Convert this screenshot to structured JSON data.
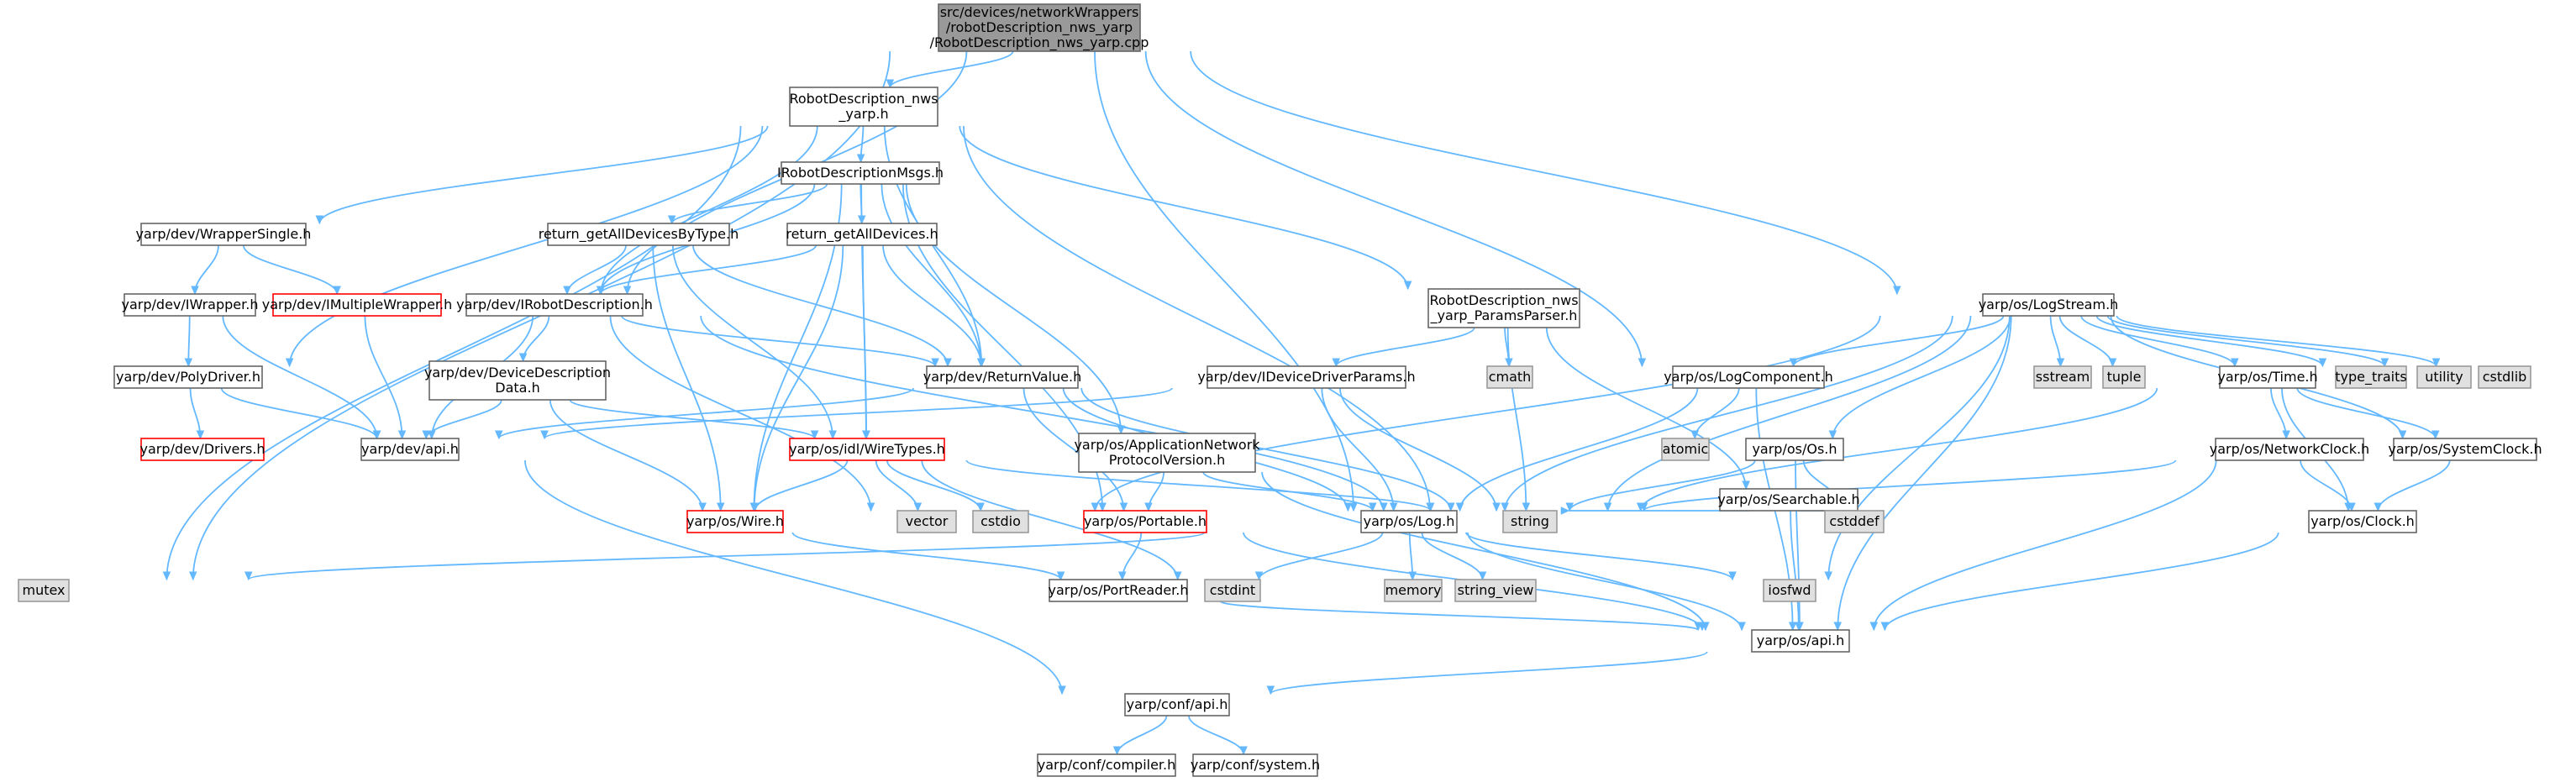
{
  "nodes": [
    {
      "id": "root",
      "lines": [
        "src/devices/networkWrappers",
        "/robotDescription_nws_yarp",
        "/RobotDescription_nws_yarp.cpp"
      ],
      "style": "root"
    },
    {
      "id": "rdnws",
      "lines": [
        "RobotDescription_nws",
        "_yarp.h"
      ],
      "style": "normal"
    },
    {
      "id": "irdmsgs",
      "lines": [
        "IRobotDescriptionMsgs.h"
      ],
      "style": "normal"
    },
    {
      "id": "wrapsingle",
      "lines": [
        "yarp/dev/WrapperSingle.h"
      ],
      "style": "normal"
    },
    {
      "id": "retbytype",
      "lines": [
        "return_getAllDevicesByType.h"
      ],
      "style": "normal"
    },
    {
      "id": "retall",
      "lines": [
        "return_getAllDevices.h"
      ],
      "style": "normal"
    },
    {
      "id": "iwrapper",
      "lines": [
        "yarp/dev/IWrapper.h"
      ],
      "style": "normal"
    },
    {
      "id": "imultwrap",
      "lines": [
        "yarp/dev/IMultipleWrapper.h"
      ],
      "style": "missing"
    },
    {
      "id": "irobotdesc",
      "lines": [
        "yarp/dev/IRobotDescription.h"
      ],
      "style": "normal"
    },
    {
      "id": "polydriver",
      "lines": [
        "yarp/dev/PolyDriver.h"
      ],
      "style": "normal"
    },
    {
      "id": "devdescdata",
      "lines": [
        "yarp/dev/DeviceDescription",
        "Data.h"
      ],
      "style": "normal"
    },
    {
      "id": "returnvalue",
      "lines": [
        "yarp/dev/ReturnValue.h"
      ],
      "style": "normal"
    },
    {
      "id": "drivers",
      "lines": [
        "yarp/dev/Drivers.h"
      ],
      "style": "missing"
    },
    {
      "id": "devapi",
      "lines": [
        "yarp/dev/api.h"
      ],
      "style": "normal"
    },
    {
      "id": "wiretypes",
      "lines": [
        "yarp/os/idl/WireTypes.h"
      ],
      "style": "missing"
    },
    {
      "id": "appnet",
      "lines": [
        "yarp/os/ApplicationNetwork",
        "ProtocolVersion.h"
      ],
      "style": "normal"
    },
    {
      "id": "paramsparser",
      "lines": [
        "RobotDescription_nws",
        "_yarp_ParamsParser.h"
      ],
      "style": "normal"
    },
    {
      "id": "idevparams",
      "lines": [
        "yarp/dev/IDeviceDriverParams.h"
      ],
      "style": "normal"
    },
    {
      "id": "cmath",
      "lines": [
        "cmath"
      ],
      "style": "system"
    },
    {
      "id": "logstream",
      "lines": [
        "yarp/os/LogStream.h"
      ],
      "style": "normal"
    },
    {
      "id": "logcomp",
      "lines": [
        "yarp/os/LogComponent.h"
      ],
      "style": "normal"
    },
    {
      "id": "atomic",
      "lines": [
        "atomic"
      ],
      "style": "system"
    },
    {
      "id": "searchable",
      "lines": [
        "yarp/os/Searchable.h"
      ],
      "style": "normal"
    },
    {
      "id": "wire",
      "lines": [
        "yarp/os/Wire.h"
      ],
      "style": "missing"
    },
    {
      "id": "vector",
      "lines": [
        "vector"
      ],
      "style": "system"
    },
    {
      "id": "cstdio",
      "lines": [
        "cstdio"
      ],
      "style": "system"
    },
    {
      "id": "portable",
      "lines": [
        "yarp/os/Portable.h"
      ],
      "style": "missing"
    },
    {
      "id": "log",
      "lines": [
        "yarp/os/Log.h"
      ],
      "style": "normal"
    },
    {
      "id": "string",
      "lines": [
        "string"
      ],
      "style": "system"
    },
    {
      "id": "cstddef",
      "lines": [
        "cstddef"
      ],
      "style": "system"
    },
    {
      "id": "osos",
      "lines": [
        "yarp/os/Os.h"
      ],
      "style": "normal"
    },
    {
      "id": "sstream",
      "lines": [
        "sstream"
      ],
      "style": "system"
    },
    {
      "id": "tuple",
      "lines": [
        "tuple"
      ],
      "style": "system"
    },
    {
      "id": "ostime",
      "lines": [
        "yarp/os/Time.h"
      ],
      "style": "normal"
    },
    {
      "id": "typetraits",
      "lines": [
        "type_traits"
      ],
      "style": "system"
    },
    {
      "id": "utility",
      "lines": [
        "utility"
      ],
      "style": "system"
    },
    {
      "id": "cstdlib",
      "lines": [
        "cstdlib"
      ],
      "style": "system"
    },
    {
      "id": "netclock",
      "lines": [
        "yarp/os/NetworkClock.h"
      ],
      "style": "normal"
    },
    {
      "id": "sysclock",
      "lines": [
        "yarp/os/SystemClock.h"
      ],
      "style": "normal"
    },
    {
      "id": "clock",
      "lines": [
        "yarp/os/Clock.h"
      ],
      "style": "normal"
    },
    {
      "id": "mutex",
      "lines": [
        "mutex"
      ],
      "style": "system"
    },
    {
      "id": "portreader",
      "lines": [
        "yarp/os/PortReader.h"
      ],
      "style": "normal"
    },
    {
      "id": "cstdint",
      "lines": [
        "cstdint"
      ],
      "style": "system"
    },
    {
      "id": "memory",
      "lines": [
        "memory"
      ],
      "style": "system"
    },
    {
      "id": "stringview",
      "lines": [
        "string_view"
      ],
      "style": "system"
    },
    {
      "id": "iosfwd",
      "lines": [
        "iosfwd"
      ],
      "style": "system"
    },
    {
      "id": "osapi",
      "lines": [
        "yarp/os/api.h"
      ],
      "style": "normal"
    },
    {
      "id": "confapi",
      "lines": [
        "yarp/conf/api.h"
      ],
      "style": "normal"
    },
    {
      "id": "compiler",
      "lines": [
        "yarp/conf/compiler.h"
      ],
      "style": "normal"
    },
    {
      "id": "system",
      "lines": [
        "yarp/conf/system.h"
      ],
      "style": "normal"
    }
  ],
  "edges": [
    [
      "root",
      "rdnws"
    ],
    [
      "root",
      "irobotdesc"
    ],
    [
      "root",
      "log"
    ],
    [
      "root",
      "logcomp"
    ],
    [
      "root",
      "logstream"
    ],
    [
      "root",
      "mutex"
    ],
    [
      "rdnws",
      "irdmsgs"
    ],
    [
      "rdnws",
      "wrapsingle"
    ],
    [
      "rdnws",
      "irobotdesc"
    ],
    [
      "rdnws",
      "polydriver"
    ],
    [
      "rdnws",
      "returnvalue"
    ],
    [
      "rdnws",
      "paramsparser"
    ],
    [
      "rdnws",
      "mutex"
    ],
    [
      "rdnws",
      "string"
    ],
    [
      "irdmsgs",
      "retbytype"
    ],
    [
      "irdmsgs",
      "retall"
    ],
    [
      "irdmsgs",
      "irobotdesc"
    ],
    [
      "irdmsgs",
      "returnvalue"
    ],
    [
      "irdmsgs",
      "wiretypes"
    ],
    [
      "irdmsgs",
      "appnet"
    ],
    [
      "irdmsgs",
      "wire"
    ],
    [
      "irdmsgs",
      "portable"
    ],
    [
      "wrapsingle",
      "iwrapper"
    ],
    [
      "wrapsingle",
      "imultwrap"
    ],
    [
      "iwrapper",
      "polydriver"
    ],
    [
      "iwrapper",
      "devapi"
    ],
    [
      "imultwrap",
      "devapi"
    ],
    [
      "polydriver",
      "drivers"
    ],
    [
      "polydriver",
      "devapi"
    ],
    [
      "retbytype",
      "irobotdesc"
    ],
    [
      "retbytype",
      "returnvalue"
    ],
    [
      "retbytype",
      "wiretypes"
    ],
    [
      "retbytype",
      "wire"
    ],
    [
      "retall",
      "irobotdesc"
    ],
    [
      "retall",
      "returnvalue"
    ],
    [
      "retall",
      "wiretypes"
    ],
    [
      "retall",
      "wire"
    ],
    [
      "irobotdesc",
      "devdescdata"
    ],
    [
      "irobotdesc",
      "returnvalue"
    ],
    [
      "irobotdesc",
      "devapi"
    ],
    [
      "irobotdesc",
      "vector"
    ],
    [
      "irobotdesc",
      "string"
    ],
    [
      "devdescdata",
      "devapi"
    ],
    [
      "devdescdata",
      "wiretypes"
    ],
    [
      "devdescdata",
      "wire"
    ],
    [
      "returnvalue",
      "devapi"
    ],
    [
      "returnvalue",
      "portable"
    ],
    [
      "returnvalue",
      "log"
    ],
    [
      "returnvalue",
      "string"
    ],
    [
      "devapi",
      "confapi"
    ],
    [
      "wiretypes",
      "wire"
    ],
    [
      "wiretypes",
      "vector"
    ],
    [
      "wiretypes",
      "cstdio"
    ],
    [
      "wiretypes",
      "string"
    ],
    [
      "wiretypes",
      "cstdint"
    ],
    [
      "wire",
      "portreader"
    ],
    [
      "appnet",
      "portable"
    ],
    [
      "appnet",
      "log"
    ],
    [
      "appnet",
      "osapi"
    ],
    [
      "portable",
      "portreader"
    ],
    [
      "portable",
      "osapi"
    ],
    [
      "portreader",
      "osapi"
    ],
    [
      "paramsparser",
      "idevparams"
    ],
    [
      "paramsparser",
      "cmath"
    ],
    [
      "paramsparser",
      "searchable"
    ],
    [
      "paramsparser",
      "string"
    ],
    [
      "idevparams",
      "devapi"
    ],
    [
      "idevparams",
      "log"
    ],
    [
      "idevparams",
      "string"
    ],
    [
      "logstream",
      "logcomp"
    ],
    [
      "logstream",
      "log"
    ],
    [
      "logstream",
      "osos"
    ],
    [
      "logstream",
      "ostime"
    ],
    [
      "logstream",
      "sysclock"
    ],
    [
      "logstream",
      "sstream"
    ],
    [
      "logstream",
      "tuple"
    ],
    [
      "logstream",
      "typetraits"
    ],
    [
      "logstream",
      "utility"
    ],
    [
      "logstream",
      "cstdlib"
    ],
    [
      "logstream",
      "string"
    ],
    [
      "logstream",
      "vector"
    ],
    [
      "logstream",
      "osapi"
    ],
    [
      "logstream",
      "iosfwd"
    ],
    [
      "logcomp",
      "log"
    ],
    [
      "logcomp",
      "atomic"
    ],
    [
      "logcomp",
      "osapi"
    ],
    [
      "log",
      "memory"
    ],
    [
      "log",
      "stringview"
    ],
    [
      "log",
      "cstdint"
    ],
    [
      "log",
      "iosfwd"
    ],
    [
      "log",
      "mutex"
    ],
    [
      "log",
      "osapi"
    ],
    [
      "searchable",
      "cstddef"
    ],
    [
      "searchable",
      "string"
    ],
    [
      "searchable",
      "osapi"
    ],
    [
      "osos",
      "cstddef"
    ],
    [
      "osos",
      "string"
    ],
    [
      "osos",
      "osapi"
    ],
    [
      "ostime",
      "netclock"
    ],
    [
      "ostime",
      "sysclock"
    ],
    [
      "ostime",
      "clock"
    ],
    [
      "ostime",
      "string"
    ],
    [
      "netclock",
      "clock"
    ],
    [
      "netclock",
      "string"
    ],
    [
      "netclock",
      "osapi"
    ],
    [
      "sysclock",
      "clock"
    ],
    [
      "clock",
      "osapi"
    ],
    [
      "osapi",
      "confapi"
    ],
    [
      "confapi",
      "compiler"
    ],
    [
      "confapi",
      "system"
    ]
  ],
  "colors": {
    "edge": "#63b8ff",
    "root_fill": "#999999",
    "root_border": "#666666",
    "node_fill": "#ffffff",
    "node_border": "#666666",
    "missing_border": "#ff0000",
    "system_fill": "#e0e0e0",
    "system_border": "#999999"
  }
}
